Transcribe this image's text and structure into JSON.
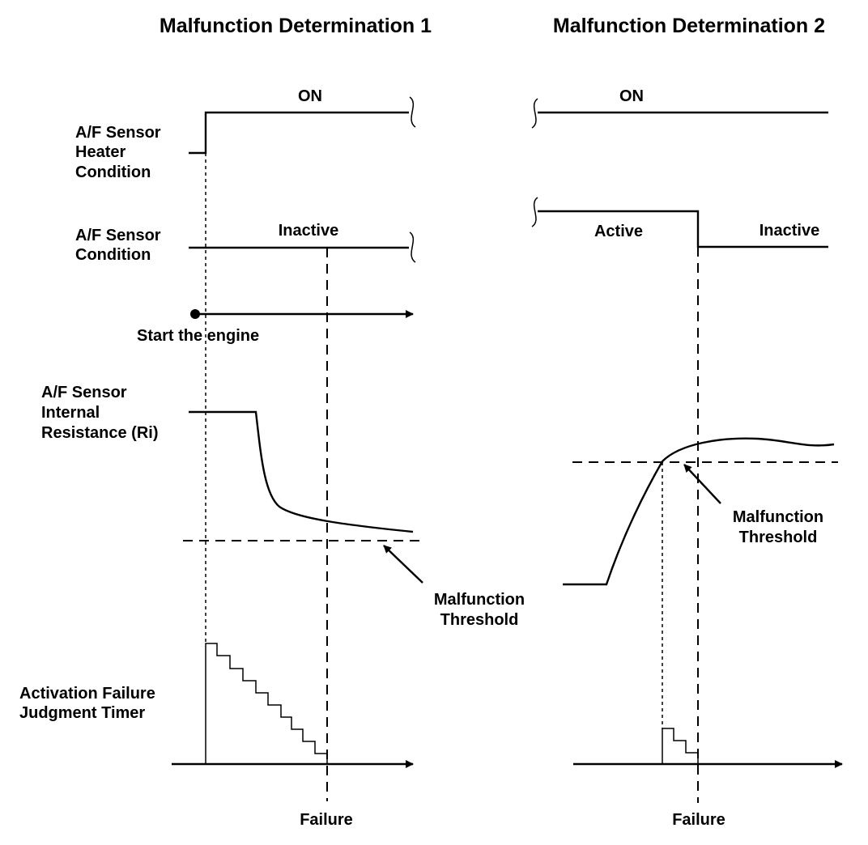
{
  "panel1": {
    "title": "Malfunction Determination 1",
    "heater_on": "ON",
    "sensor_inactive": "Inactive",
    "start_engine": "Start the engine",
    "threshold_line1": "Malfunction",
    "threshold_line2": "Threshold",
    "failure": "Failure"
  },
  "panel2": {
    "title": "Malfunction Determination 2",
    "heater_on": "ON",
    "sensor_active": "Active",
    "sensor_inactive": "Inactive",
    "threshold_line1": "Malfunction",
    "threshold_line2": "Threshold",
    "failure": "Failure"
  },
  "row_labels": {
    "heater": [
      "A/F Sensor",
      "Heater",
      "Condition"
    ],
    "condition": [
      "A/F Sensor",
      "Condition"
    ],
    "resistance": [
      "A/F Sensor",
      "Internal",
      "Resistance (Ri)"
    ],
    "timer": [
      "Activation Failure",
      "Judgment Timer"
    ]
  }
}
